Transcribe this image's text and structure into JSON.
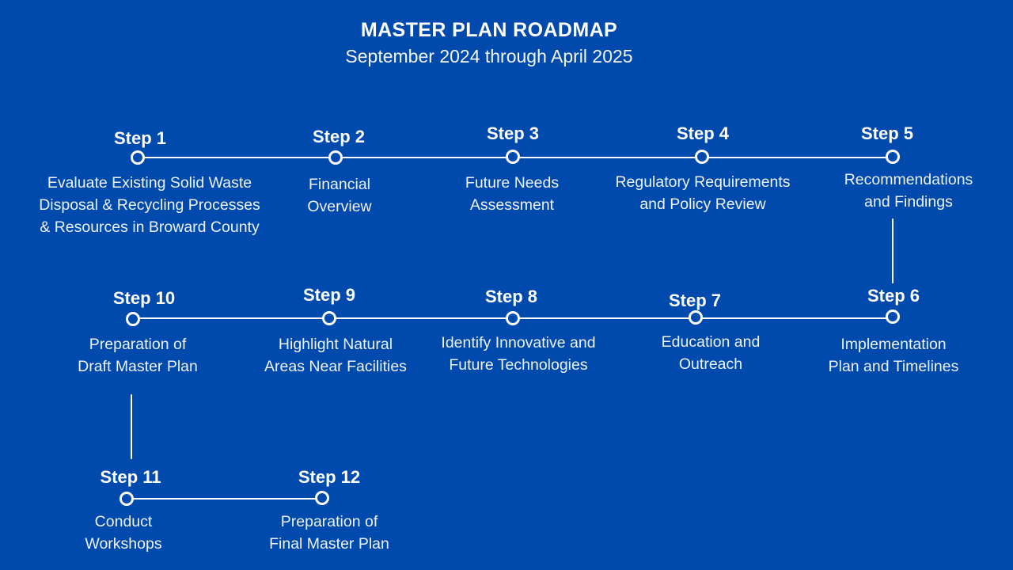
{
  "colors": {
    "background": "#004aad",
    "text": "#ffffff",
    "connector": "#ffffff"
  },
  "header": {
    "title": "MASTER PLAN ROADMAP",
    "subtitle": "September 2024 through April 2025"
  },
  "steps": [
    {
      "label": "Step 1",
      "description": "Evaluate Existing Solid Waste\nDisposal & Recycling Processes\n& Resources in Broward County"
    },
    {
      "label": "Step 2",
      "description": "Financial\nOverview"
    },
    {
      "label": "Step 3",
      "description": "Future Needs\nAssessment"
    },
    {
      "label": "Step 4",
      "description": "Regulatory Requirements\nand Policy Review"
    },
    {
      "label": "Step 5",
      "description": "Recommendations\nand Findings"
    },
    {
      "label": "Step 6",
      "description": "Implementation\nPlan and Timelines"
    },
    {
      "label": "Step 7",
      "description": "Education and\nOutreach"
    },
    {
      "label": "Step 8",
      "description": "Identify Innovative and\nFuture Technologies"
    },
    {
      "label": "Step 9",
      "description": "Highlight Natural\nAreas Near Facilities"
    },
    {
      "label": "Step 10",
      "description": "Preparation of\nDraft Master Plan"
    },
    {
      "label": "Step 11",
      "description": "Conduct\nWorkshops"
    },
    {
      "label": "Step 12",
      "description": "Preparation of\nFinal Master Plan"
    }
  ]
}
